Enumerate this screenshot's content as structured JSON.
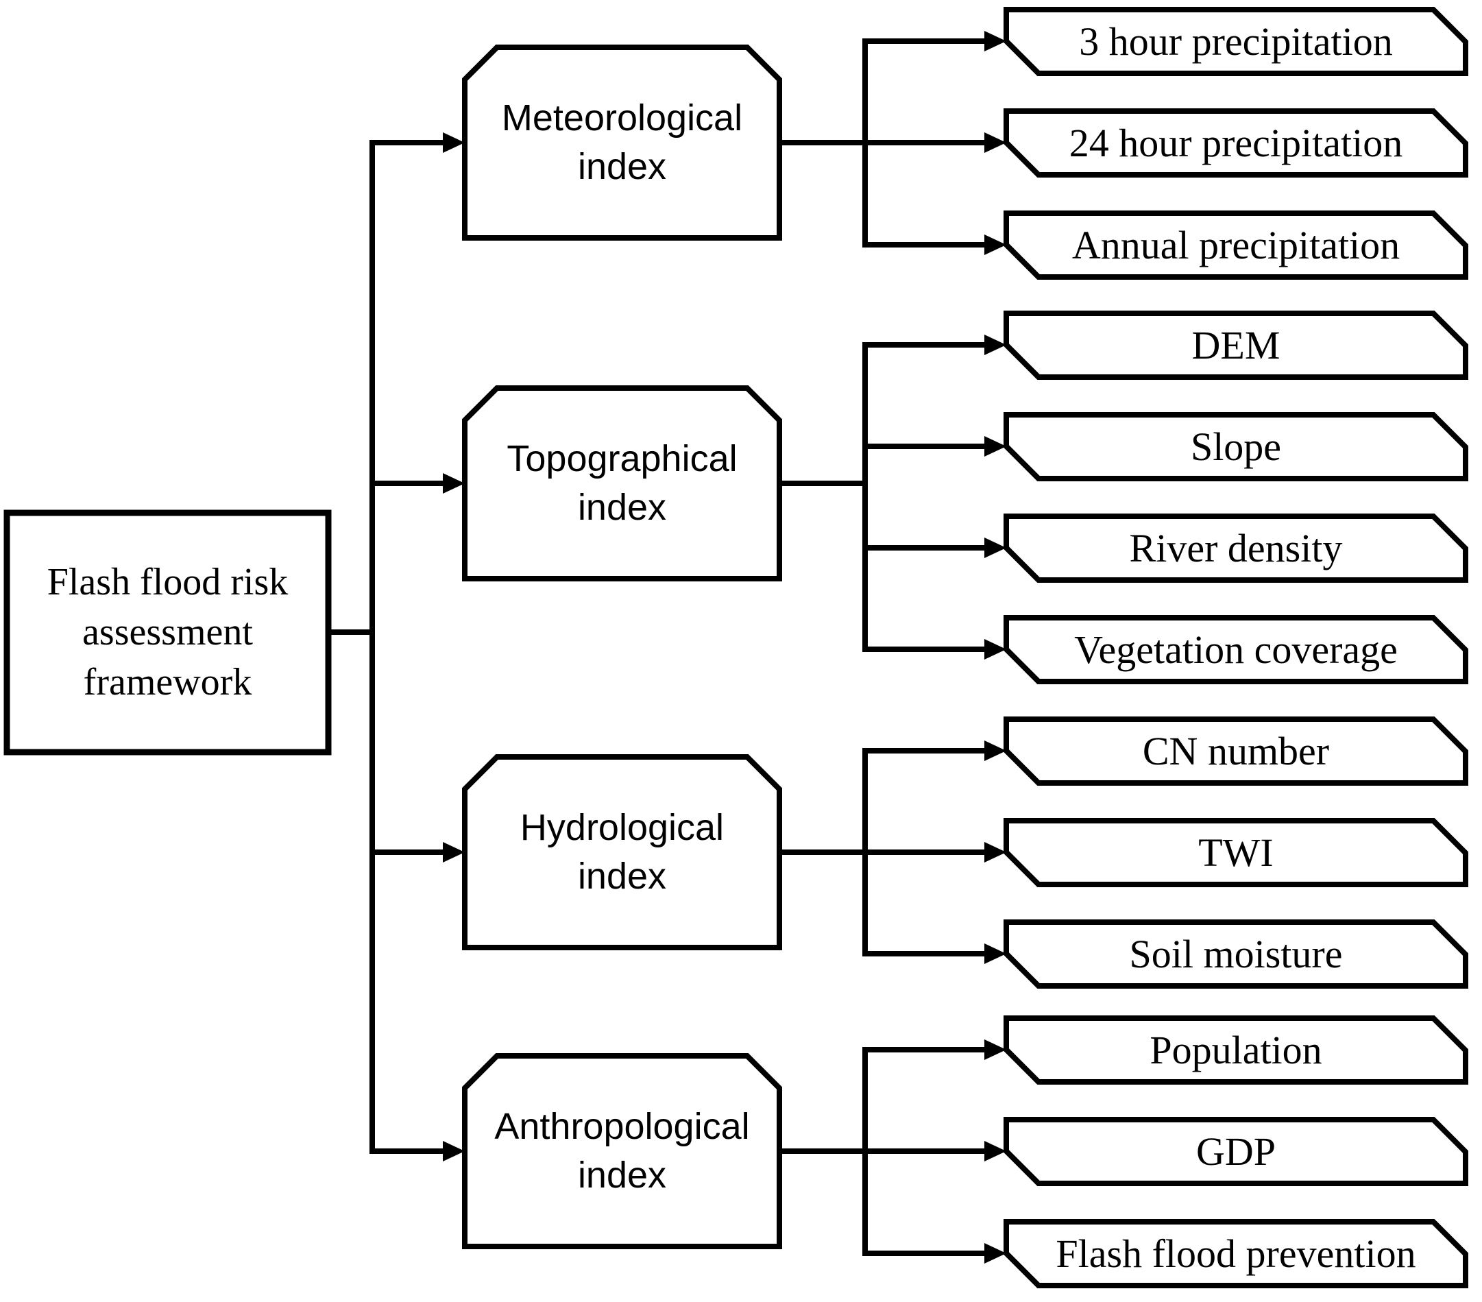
{
  "diagram_title": "Flash flood risk assessment framework",
  "framework": {
    "label": "Flash flood risk\nassessment\nframework"
  },
  "categories": [
    {
      "label": "Meteorological\nindex",
      "children": [
        {
          "label": "3 hour precipitation"
        },
        {
          "label": "24 hour precipitation"
        },
        {
          "label": "Annual precipitation"
        }
      ]
    },
    {
      "label": "Topographical\nindex",
      "children": [
        {
          "label": "DEM"
        },
        {
          "label": "Slope"
        },
        {
          "label": "River density"
        },
        {
          "label": "Vegetation coverage"
        }
      ]
    },
    {
      "label": "Hydrological\nindex",
      "children": [
        {
          "label": "CN number"
        },
        {
          "label": "TWI"
        },
        {
          "label": "Soil moisture"
        }
      ]
    },
    {
      "label": "Anthropological\nindex",
      "children": [
        {
          "label": "Population"
        },
        {
          "label": "GDP"
        },
        {
          "label": "Flash flood prevention"
        }
      ]
    }
  ],
  "colors": {
    "line": "#000000",
    "node_fill": "#ffffff",
    "background": "#ffffff",
    "text": "#000000"
  }
}
